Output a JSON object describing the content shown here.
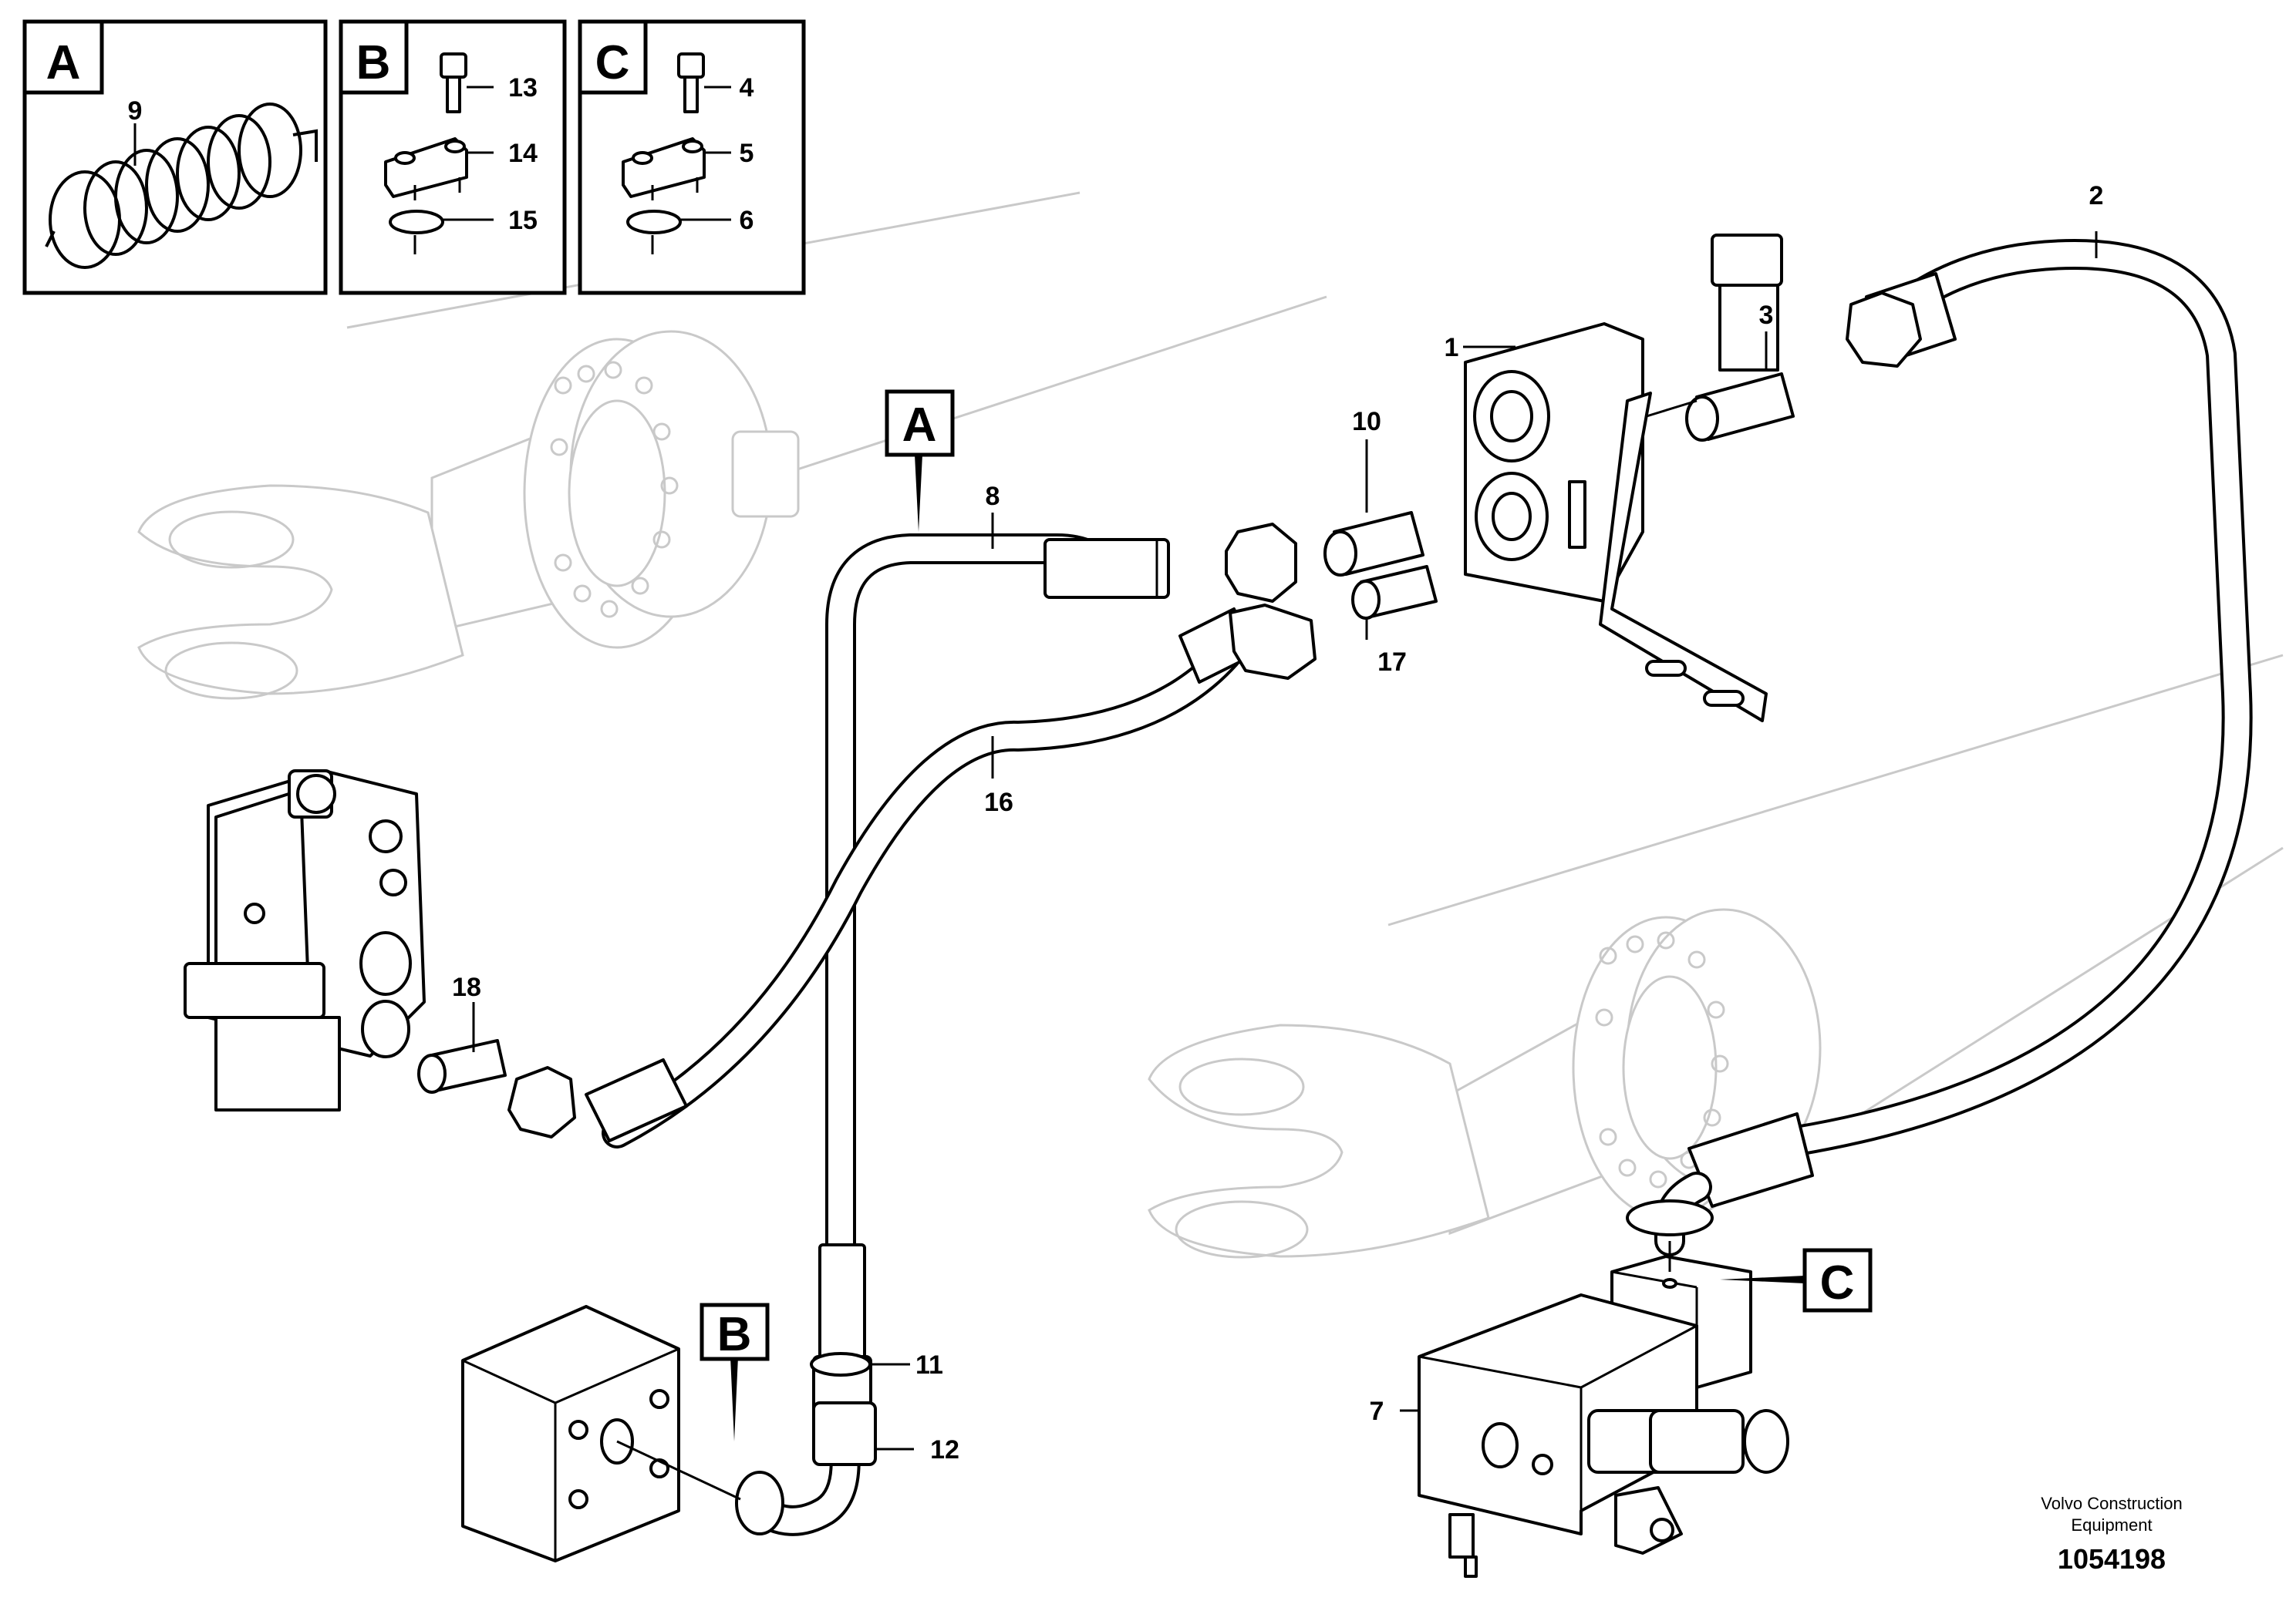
{
  "part_labels": {
    "p1": "1",
    "p2": "2",
    "p3": "3",
    "p4": "4",
    "p5": "5",
    "p6": "6",
    "p7": "7",
    "p8": "8",
    "p9": "9",
    "p10": "10",
    "p11": "11",
    "p12": "12",
    "p13": "13",
    "p14": "14",
    "p15": "15",
    "p16": "16",
    "p17": "17",
    "p18": "18"
  },
  "detail_boxes": {
    "a": "A",
    "b": "B",
    "c": "C"
  },
  "callouts": {
    "a": "A",
    "b": "B",
    "c": "C"
  },
  "footer": {
    "brand_line1": "Volvo Construction",
    "brand_line2": "Equipment",
    "doc_number": "1054198"
  }
}
